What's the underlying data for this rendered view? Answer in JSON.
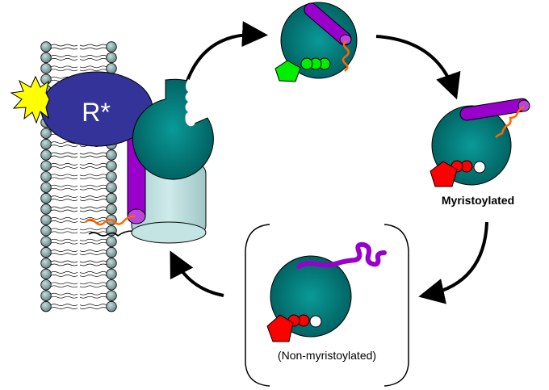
{
  "title": "G-protein alpha subunit myristoylation cycle",
  "labels": {
    "receptor": "R*",
    "myristoylated": "Myristoylated",
    "non_myristoylated": "(Non-myristoylated)"
  },
  "colors": {
    "receptor": "#333399",
    "light_burst": "#ffff00",
    "alpha_subunit": "#008080",
    "beta_gamma": "#b8dcdc",
    "helix": "#9900cc",
    "lipid_tail": "#ff6600",
    "gdp_bound": "#ff0000",
    "gtp_bound": "#00ee00",
    "lipid_head": "#99b3b3",
    "arrow": "#000000"
  },
  "states": [
    {
      "name": "receptor-bound-heterotrimer",
      "nucleotide": "empty"
    },
    {
      "name": "active-gtp-alpha",
      "nucleotide": "GTP"
    },
    {
      "name": "myristoylated-gdp-alpha",
      "nucleotide": "GDP",
      "label": "Myristoylated"
    },
    {
      "name": "non-myristoylated-gdp-alpha",
      "nucleotide": "GDP",
      "label": "(Non-myristoylated)"
    }
  ]
}
